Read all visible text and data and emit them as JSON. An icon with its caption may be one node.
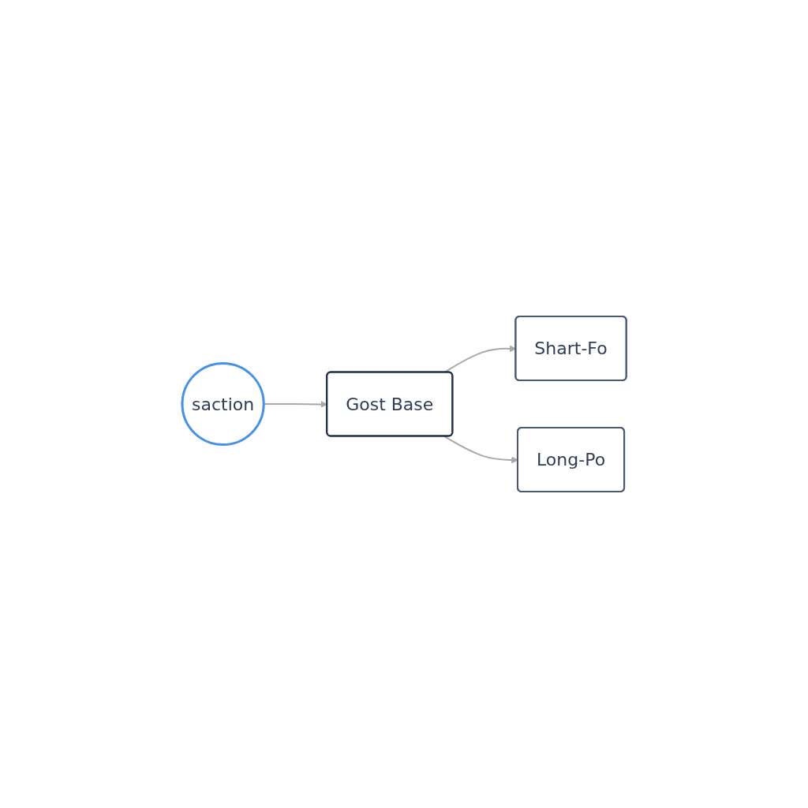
{
  "diagram": {
    "nodes": [
      {
        "text": [
          "saction"
        ]
      },
      {
        "text": [
          "Gost Base"
        ]
      },
      {
        "text": [
          "Shart-Fo"
        ]
      },
      {
        "text": [
          "Long-Po"
        ]
      }
    ],
    "edges": [
      {
        "from": 0,
        "to": 1,
        "arrow": "to"
      },
      {
        "from": 1,
        "to": 2,
        "arrow": "to"
      },
      {
        "from": 1,
        "to": 3,
        "arrow": "to"
      }
    ]
  }
}
